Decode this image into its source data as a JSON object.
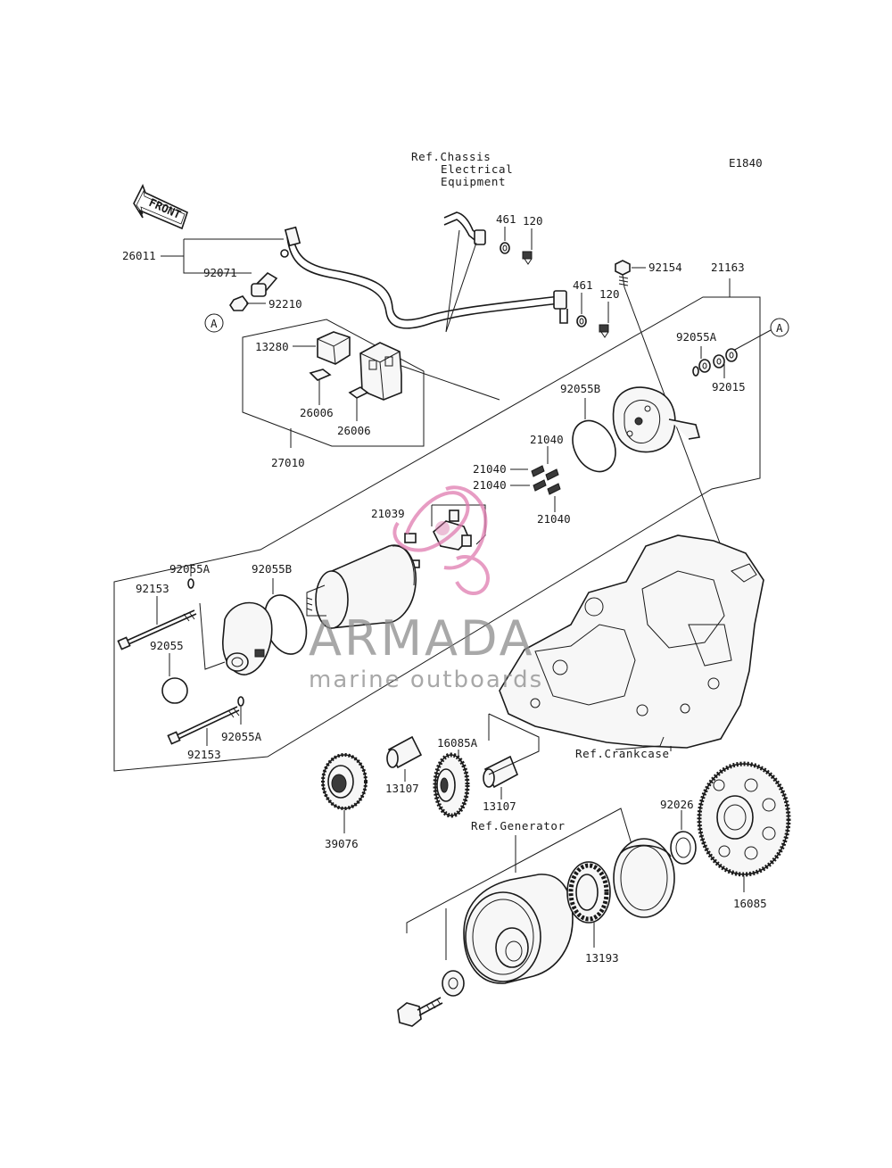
{
  "diagram_id": "E1840",
  "front_label": "FRONT",
  "circle_marker": "A",
  "references": {
    "chassis_line1": "Ref.Chassis",
    "chassis_line2": "Electrical",
    "chassis_line3": "Equipment",
    "crankcase": "Ref.Crankcase",
    "generator": "Ref.Generator"
  },
  "parts": {
    "p26011": "26011",
    "p92071": "92071",
    "p92210": "92210",
    "p461a": "461",
    "p120a": "120",
    "p461b": "461",
    "p120b": "120",
    "p92154": "92154",
    "p21163": "21163",
    "p13280": "13280",
    "p26006a": "26006",
    "p26006b": "26006",
    "p27010": "27010",
    "p92055A_top": "92055A",
    "p92015": "92015",
    "p92055B_top": "92055B",
    "p21040a": "21040",
    "p21040b": "21040",
    "p21040c": "21040",
    "p21040d": "21040",
    "p21039": "21039",
    "p92055A_left": "92055A",
    "p92055B_left": "92055B",
    "p92153_top": "92153",
    "p92055": "92055",
    "p92055A_bot": "92055A",
    "p92153_bot": "92153",
    "p16085A": "16085A",
    "p13107a": "13107",
    "p13107b": "13107",
    "p39076": "39076",
    "p92026": "92026",
    "p16085": "16085",
    "p13193": "13193"
  },
  "watermark": {
    "brand": "ARMADA",
    "tagline": "marine outboards",
    "accent_color": "#e07bb0"
  }
}
